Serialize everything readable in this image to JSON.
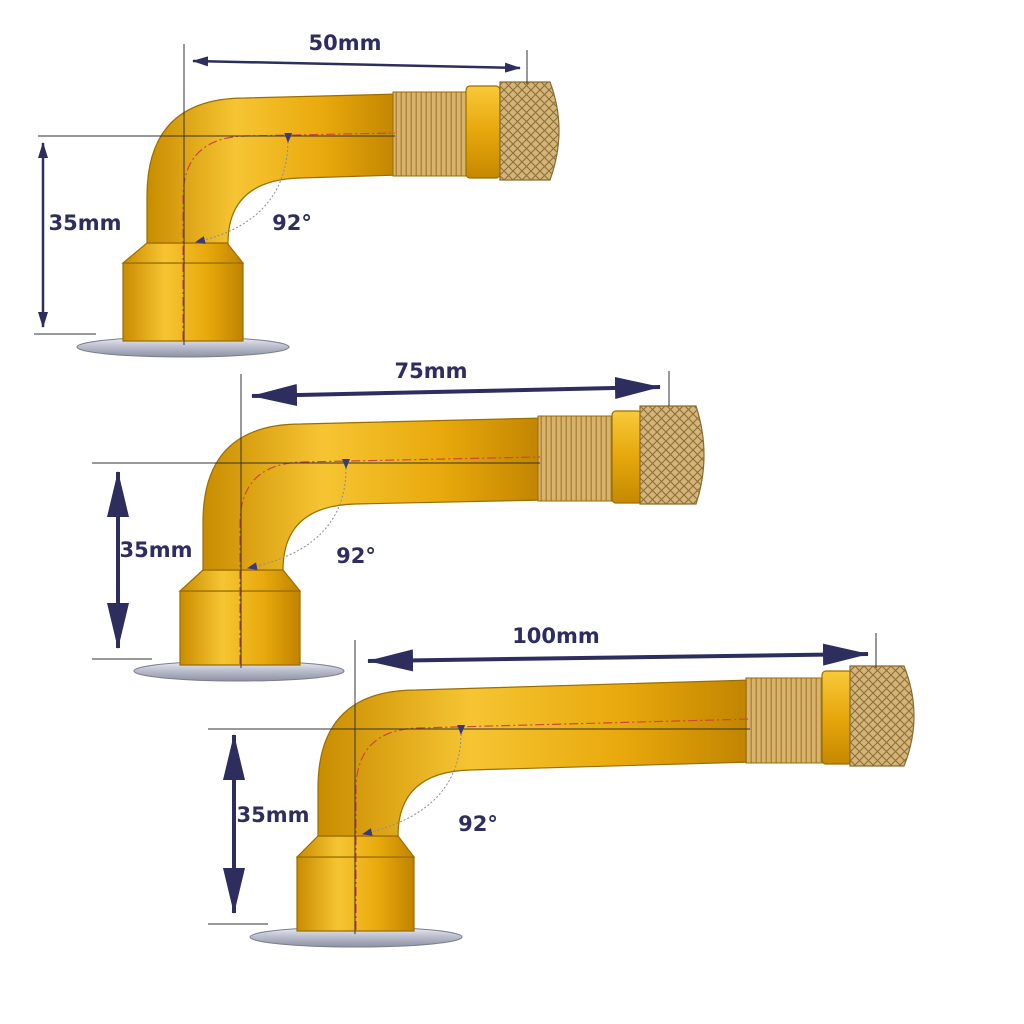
{
  "colors": {
    "brass": "#e8aa0e",
    "brass_light": "#f7cc3c",
    "brass_dark": "#b98000",
    "knurl": "#c9a968",
    "thread": "#cfa86a",
    "washer": "#c9ccd8",
    "dimension": "#2d2d5e",
    "centerline": "#d2453c"
  },
  "valves": [
    {
      "length_label": "50mm",
      "height_label": "35mm",
      "angle_label": "92°"
    },
    {
      "length_label": "75mm",
      "height_label": "35mm",
      "angle_label": "92°"
    },
    {
      "length_label": "100mm",
      "height_label": "35mm",
      "angle_label": "92°"
    }
  ]
}
